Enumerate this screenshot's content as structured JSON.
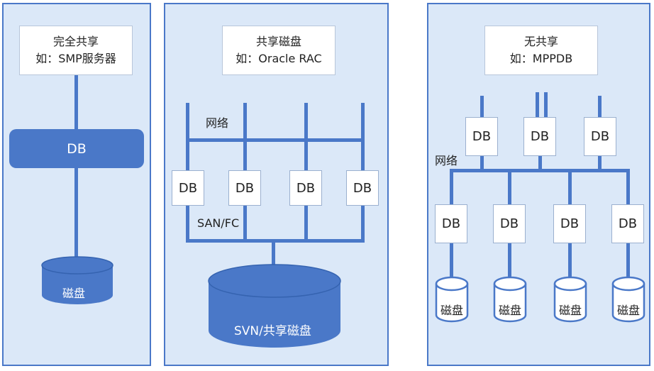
{
  "panels": [
    {
      "title": "完全共享",
      "subtitle": "如：SMP服务器",
      "db_label": "DB",
      "disk_label": "磁盘"
    },
    {
      "title": "共享磁盘",
      "subtitle": "如：Oracle RAC",
      "network_label": "网络",
      "san_label": "SAN/FC",
      "db_labels": [
        "DB",
        "DB",
        "DB",
        "DB"
      ],
      "disk_label": "SVN/共享磁盘"
    },
    {
      "title": "无共享",
      "subtitle": "如：MPPDB",
      "network_label": "网络",
      "top_db_labels": [
        "DB",
        "DB",
        "DB"
      ],
      "db_labels": [
        "DB",
        "DB",
        "DB",
        "DB"
      ],
      "disk_labels": [
        "磁盘",
        "磁盘",
        "磁盘",
        "磁盘"
      ]
    }
  ],
  "colors": {
    "panel_bg": "#dbe8f8",
    "accent": "#4a78c8",
    "border": "#4a78c8"
  }
}
